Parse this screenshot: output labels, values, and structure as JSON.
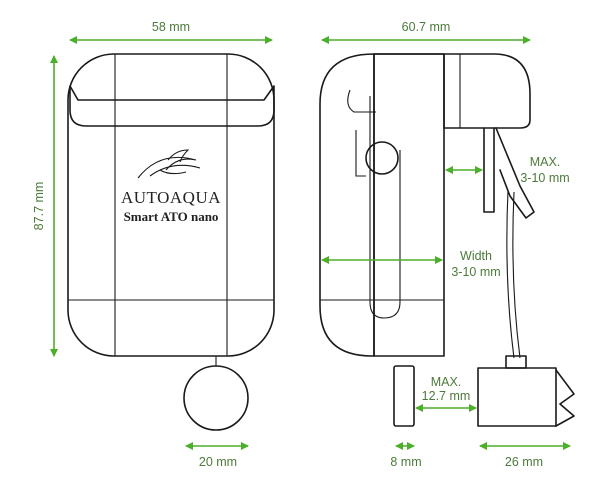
{
  "brand": {
    "name": "AUTOAQUA",
    "model": "Smart ATO nano"
  },
  "colors": {
    "dimension": "#4caf2a",
    "dimension_text": "#4d7a3a",
    "outline": "#1a1a1a"
  },
  "dimensions": {
    "front_width": "58 mm",
    "side_depth": "60.7 mm",
    "height": "87.7 mm",
    "ball_diameter": "20 mm",
    "clamp_gap_max": "MAX.",
    "clamp_gap_range": "3-10 mm",
    "width_label": "Width",
    "width_range": "3-10 mm",
    "sensor_gap_max": "MAX.",
    "sensor_gap_range": "12.7 mm",
    "pad_thickness": "8 mm",
    "sensor_width": "26 mm"
  }
}
